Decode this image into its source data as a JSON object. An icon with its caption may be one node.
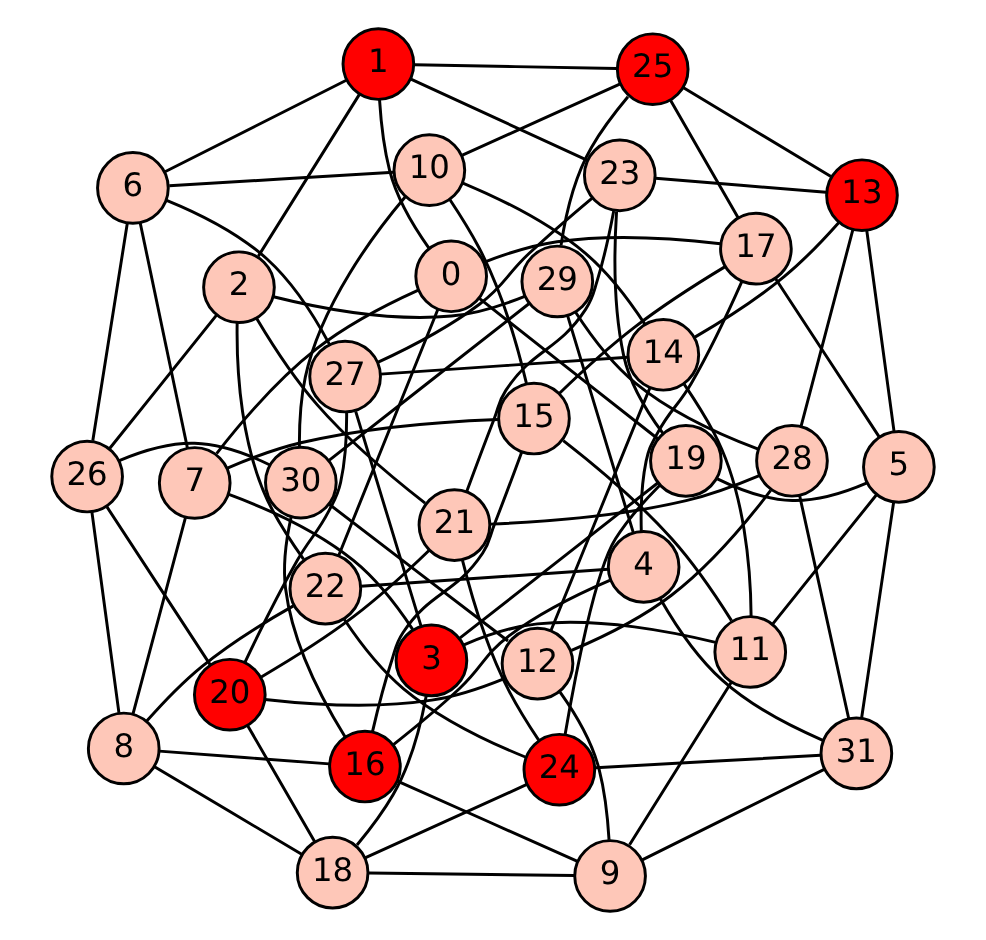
{
  "diagram": {
    "nodes": [
      {
        "text": [
          "1"
        ]
      },
      {
        "text": [
          "25"
        ]
      },
      {
        "text": [
          "2"
        ]
      },
      {
        "text": [
          "29"
        ]
      },
      {
        "text": [
          "23"
        ]
      },
      {
        "text": [
          "13"
        ]
      },
      {
        "text": [
          "0"
        ]
      },
      {
        "text": [
          "6"
        ]
      },
      {
        "text": [
          "17"
        ]
      },
      {
        "text": [
          "10"
        ]
      },
      {
        "text": [
          "21"
        ]
      },
      {
        "text": [
          "28"
        ]
      },
      {
        "text": [
          "22"
        ]
      },
      {
        "text": [
          "26"
        ]
      },
      {
        "text": [
          "4"
        ]
      },
      {
        "text": [
          "19"
        ]
      },
      {
        "text": [
          "30"
        ]
      },
      {
        "text": [
          "27"
        ]
      },
      {
        "text": [
          "5"
        ]
      },
      {
        "text": [
          "14"
        ]
      },
      {
        "text": [
          "7"
        ]
      },
      {
        "text": [
          "15"
        ]
      },
      {
        "text": [
          "24"
        ]
      },
      {
        "text": [
          "20"
        ]
      },
      {
        "text": [
          "31"
        ]
      },
      {
        "text": [
          "12"
        ]
      },
      {
        "text": [
          "8"
        ]
      },
      {
        "text": [
          "16"
        ]
      },
      {
        "text": [
          "3"
        ]
      },
      {
        "text": [
          "11"
        ]
      },
      {
        "text": [
          "18"
        ]
      },
      {
        "text": [
          "9"
        ]
      }
    ],
    "edges": [
      {
        "from": 0,
        "to": 1,
        "arrow": "none"
      },
      {
        "from": 0,
        "to": 4,
        "arrow": "none"
      },
      {
        "from": 0,
        "to": 7,
        "arrow": "none"
      },
      {
        "from": 0,
        "to": 6,
        "arrow": "none"
      },
      {
        "from": 0,
        "to": 2,
        "arrow": "none"
      },
      {
        "from": 1,
        "to": 5,
        "arrow": "none"
      },
      {
        "from": 1,
        "to": 9,
        "arrow": "none"
      },
      {
        "from": 1,
        "to": 8,
        "arrow": "none"
      },
      {
        "from": 1,
        "to": 3,
        "arrow": "none"
      },
      {
        "from": 4,
        "to": 5,
        "arrow": "none"
      },
      {
        "from": 4,
        "to": 17,
        "arrow": "none"
      },
      {
        "from": 4,
        "to": 15,
        "arrow": "none"
      },
      {
        "from": 4,
        "to": 10,
        "arrow": "none"
      },
      {
        "from": 7,
        "to": 9,
        "arrow": "none"
      },
      {
        "from": 7,
        "to": 17,
        "arrow": "none"
      },
      {
        "from": 7,
        "to": 20,
        "arrow": "none"
      },
      {
        "from": 7,
        "to": 13,
        "arrow": "none"
      },
      {
        "from": 6,
        "to": 8,
        "arrow": "none"
      },
      {
        "from": 6,
        "to": 15,
        "arrow": "none"
      },
      {
        "from": 6,
        "to": 20,
        "arrow": "none"
      },
      {
        "from": 6,
        "to": 12,
        "arrow": "none"
      },
      {
        "from": 2,
        "to": 3,
        "arrow": "none"
      },
      {
        "from": 2,
        "to": 10,
        "arrow": "none"
      },
      {
        "from": 2,
        "to": 13,
        "arrow": "none"
      },
      {
        "from": 2,
        "to": 12,
        "arrow": "none"
      },
      {
        "from": 5,
        "to": 19,
        "arrow": "none"
      },
      {
        "from": 5,
        "to": 18,
        "arrow": "none"
      },
      {
        "from": 5,
        "to": 11,
        "arrow": "none"
      },
      {
        "from": 9,
        "to": 19,
        "arrow": "none"
      },
      {
        "from": 9,
        "to": 21,
        "arrow": "none"
      },
      {
        "from": 9,
        "to": 16,
        "arrow": "none"
      },
      {
        "from": 8,
        "to": 18,
        "arrow": "none"
      },
      {
        "from": 8,
        "to": 21,
        "arrow": "none"
      },
      {
        "from": 8,
        "to": 14,
        "arrow": "none"
      },
      {
        "from": 3,
        "to": 11,
        "arrow": "none"
      },
      {
        "from": 3,
        "to": 16,
        "arrow": "none"
      },
      {
        "from": 3,
        "to": 14,
        "arrow": "none"
      },
      {
        "from": 17,
        "to": 19,
        "arrow": "none"
      },
      {
        "from": 17,
        "to": 28,
        "arrow": "none"
      },
      {
        "from": 17,
        "to": 23,
        "arrow": "none"
      },
      {
        "from": 15,
        "to": 18,
        "arrow": "none"
      },
      {
        "from": 15,
        "to": 28,
        "arrow": "none"
      },
      {
        "from": 15,
        "to": 22,
        "arrow": "none"
      },
      {
        "from": 10,
        "to": 11,
        "arrow": "none"
      },
      {
        "from": 10,
        "to": 23,
        "arrow": "none"
      },
      {
        "from": 10,
        "to": 22,
        "arrow": "none"
      },
      {
        "from": 20,
        "to": 21,
        "arrow": "none"
      },
      {
        "from": 20,
        "to": 28,
        "arrow": "none"
      },
      {
        "from": 20,
        "to": 26,
        "arrow": "none"
      },
      {
        "from": 13,
        "to": 16,
        "arrow": "none"
      },
      {
        "from": 13,
        "to": 23,
        "arrow": "none"
      },
      {
        "from": 13,
        "to": 26,
        "arrow": "none"
      },
      {
        "from": 12,
        "to": 14,
        "arrow": "none"
      },
      {
        "from": 12,
        "to": 22,
        "arrow": "none"
      },
      {
        "from": 12,
        "to": 26,
        "arrow": "none"
      },
      {
        "from": 19,
        "to": 29,
        "arrow": "none"
      },
      {
        "from": 19,
        "to": 25,
        "arrow": "none"
      },
      {
        "from": 18,
        "to": 29,
        "arrow": "none"
      },
      {
        "from": 18,
        "to": 24,
        "arrow": "none"
      },
      {
        "from": 11,
        "to": 25,
        "arrow": "none"
      },
      {
        "from": 11,
        "to": 24,
        "arrow": "none"
      },
      {
        "from": 21,
        "to": 29,
        "arrow": "none"
      },
      {
        "from": 21,
        "to": 27,
        "arrow": "none"
      },
      {
        "from": 16,
        "to": 25,
        "arrow": "none"
      },
      {
        "from": 16,
        "to": 27,
        "arrow": "none"
      },
      {
        "from": 14,
        "to": 24,
        "arrow": "none"
      },
      {
        "from": 14,
        "to": 27,
        "arrow": "none"
      },
      {
        "from": 28,
        "to": 29,
        "arrow": "none"
      },
      {
        "from": 28,
        "to": 30,
        "arrow": "none"
      },
      {
        "from": 23,
        "to": 25,
        "arrow": "none"
      },
      {
        "from": 23,
        "to": 30,
        "arrow": "none"
      },
      {
        "from": 22,
        "to": 24,
        "arrow": "none"
      },
      {
        "from": 22,
        "to": 30,
        "arrow": "none"
      },
      {
        "from": 26,
        "to": 27,
        "arrow": "none"
      },
      {
        "from": 26,
        "to": 30,
        "arrow": "none"
      },
      {
        "from": 29,
        "to": 31,
        "arrow": "none"
      },
      {
        "from": 25,
        "to": 31,
        "arrow": "none"
      },
      {
        "from": 24,
        "to": 31,
        "arrow": "none"
      },
      {
        "from": 27,
        "to": 31,
        "arrow": "none"
      },
      {
        "from": 30,
        "to": 31,
        "arrow": "none"
      }
    ]
  }
}
